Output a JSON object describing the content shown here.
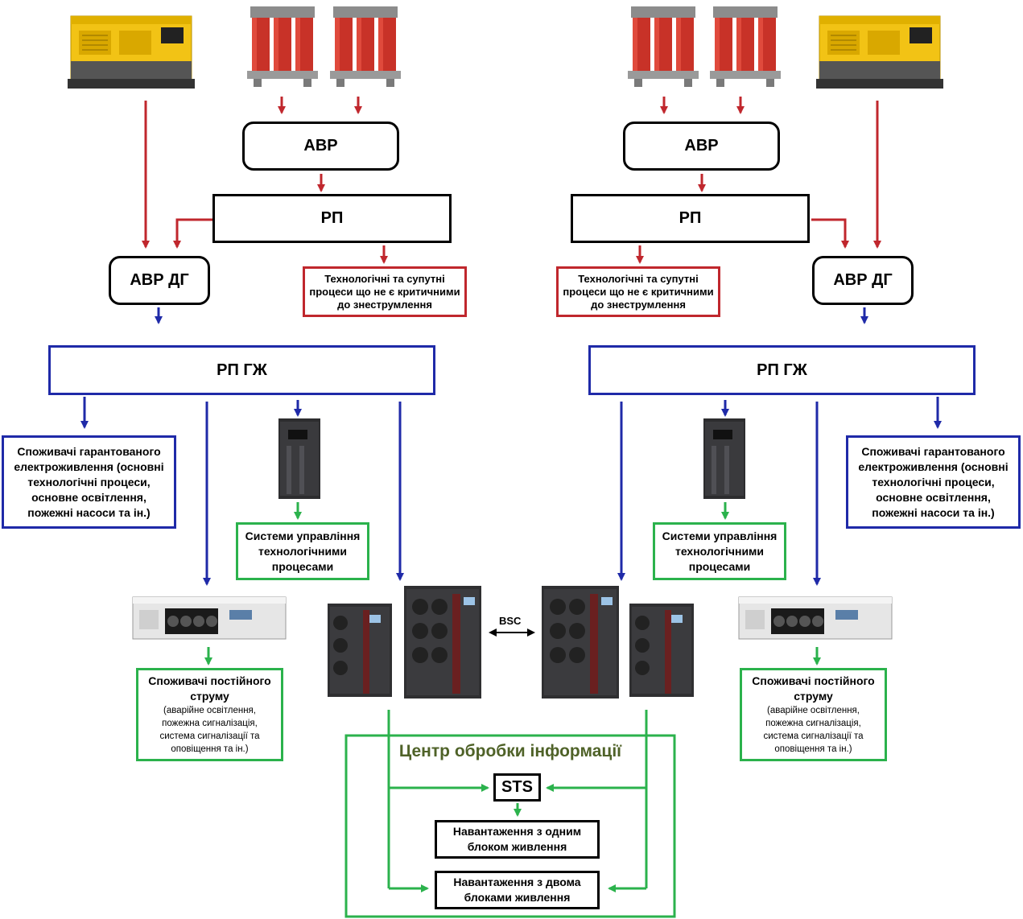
{
  "labels": {
    "avr": "АВР",
    "rp": "РП",
    "avr_dg": "АВР ДГ",
    "rp_gzh": "РП ГЖ",
    "noncritical_processes": "Технологічні та супутні процеси що не є критичними до знеструмлення",
    "guaranteed_consumers": "Споживачі гарантованого електроживлення (основні технологічні процеси, основне освітлення, пожежні насоси та ін.)",
    "control_systems": "Системи управління технологічними процесами",
    "dc_consumers_title": "Споживачі постійного струму",
    "dc_consumers_detail": "(аварійне освітлення, пожежна сигналізація, система сигналізації та оповіщення та ін.)",
    "bsc": "BSC",
    "data_center": "Центр обробки інформації",
    "sts": "STS",
    "single_psu_load": "Навантаження з одним блоком живлення",
    "dual_psu_load": "Навантаження з двома блоками живлення"
  },
  "colors": {
    "red": "#c0272d",
    "blue": "#1f2aa8",
    "green": "#2bb24c",
    "black": "#000000",
    "data_center_title": "#4f6228"
  },
  "equipment": {
    "generator": "diesel-generator-icon",
    "transformer": "transformer-icon",
    "ups_small": "ups-cabinet-icon",
    "ups_large": "modular-ups-cabinet-icon",
    "rectifier": "rectifier-rack-icon"
  }
}
